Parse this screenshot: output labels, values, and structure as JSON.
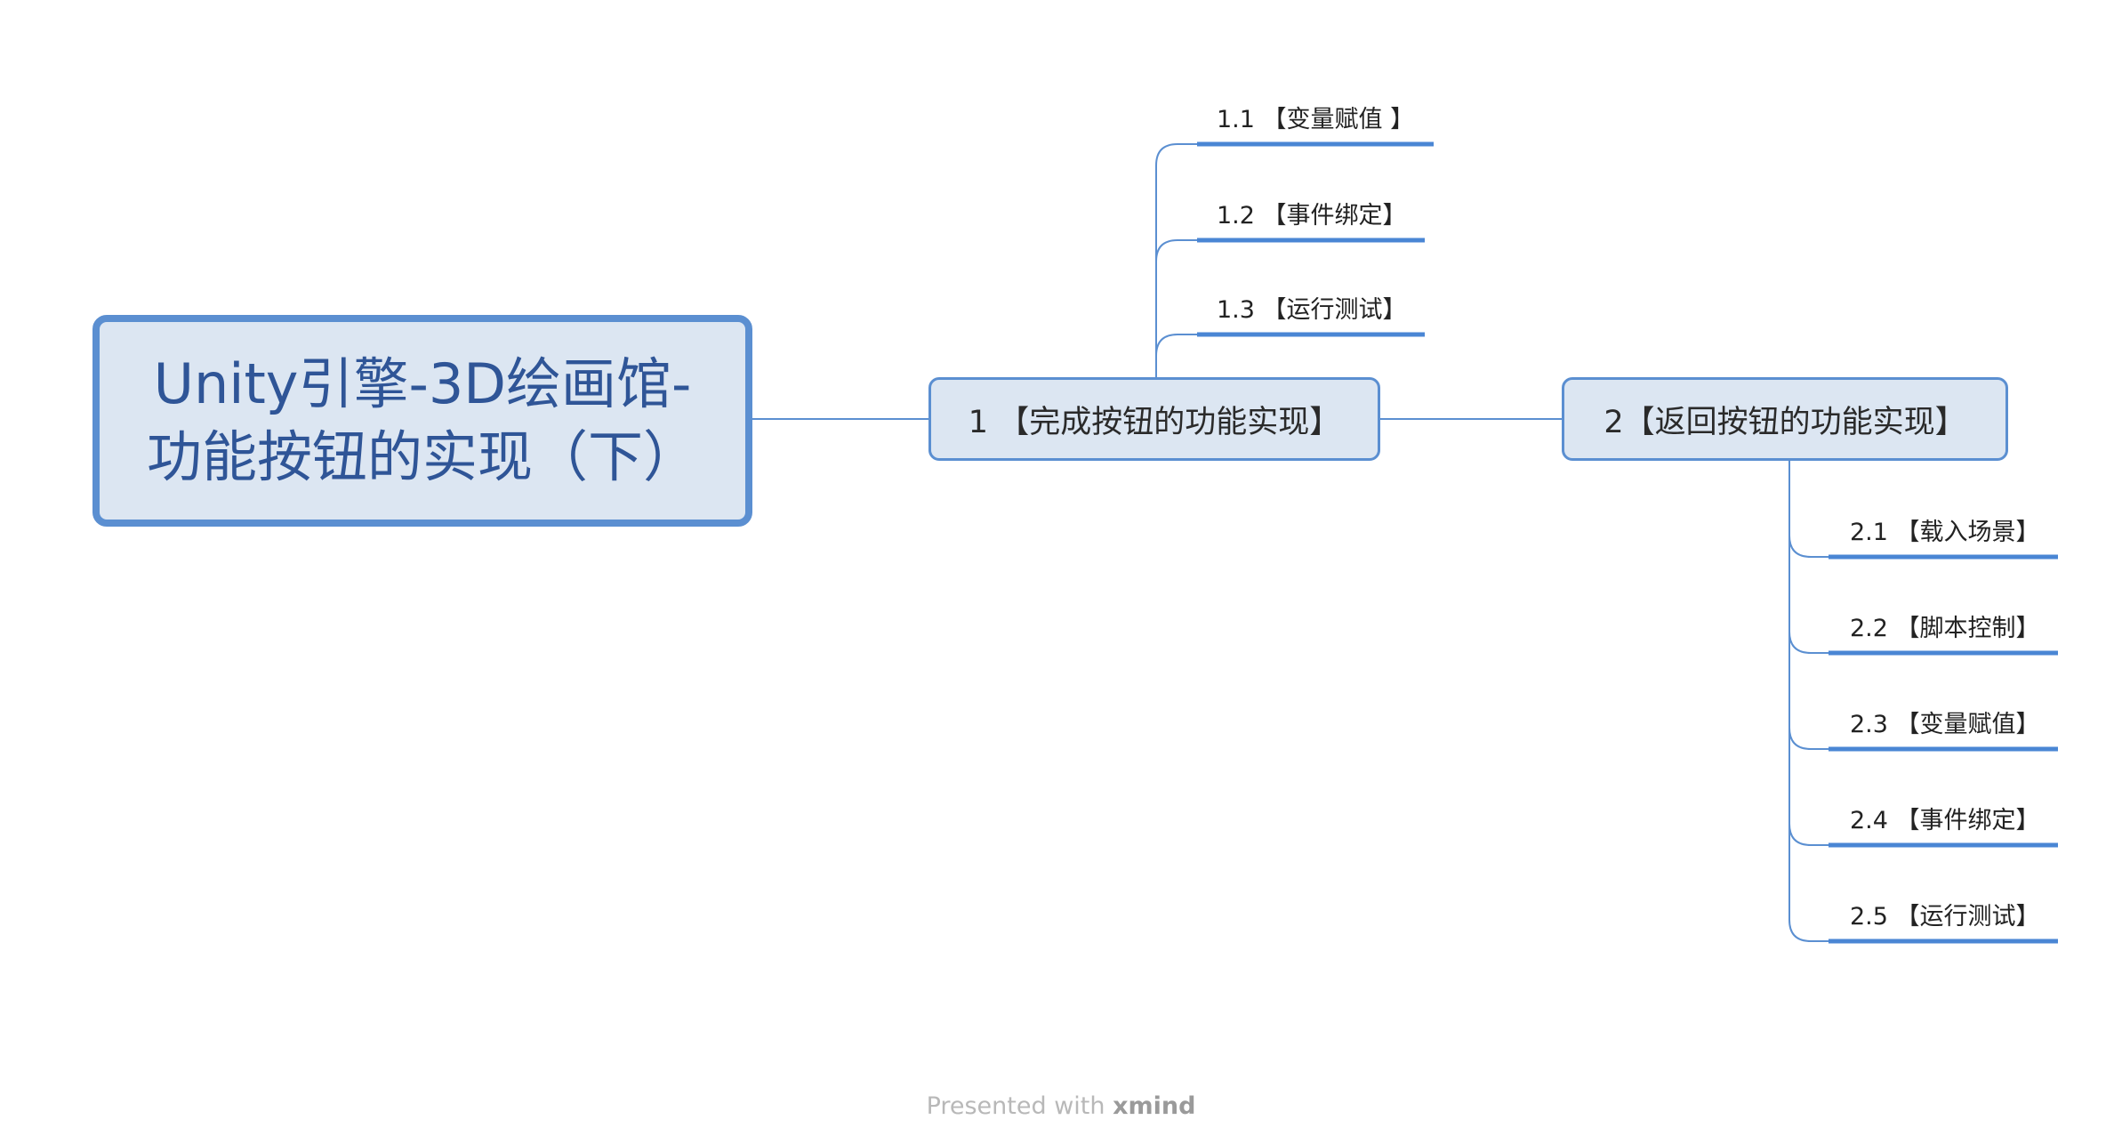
{
  "root": {
    "line1": "Unity引擎-3D绘画馆-",
    "line2": "功能按钮的实现（下）"
  },
  "branches": [
    {
      "label": "1 【完成按钮的功能实现】",
      "children": [
        "1.1 【变量赋值 】",
        "1.2 【事件绑定】",
        "1.3 【运行测试】"
      ]
    },
    {
      "label": "2【返回按钮的功能实现】",
      "children": [
        "2.1 【载入场景】",
        "2.2 【脚本控制】",
        "2.3 【变量赋值】",
        "2.4 【事件绑定】",
        "2.5 【运行测试】"
      ]
    }
  ],
  "footer": {
    "prefix": "Presented with ",
    "brand": "xmind"
  },
  "colors": {
    "node_fill": "#dce6f2",
    "node_border": "#5b8fd1",
    "root_text": "#2f5597",
    "line": "#5b8fd1"
  }
}
